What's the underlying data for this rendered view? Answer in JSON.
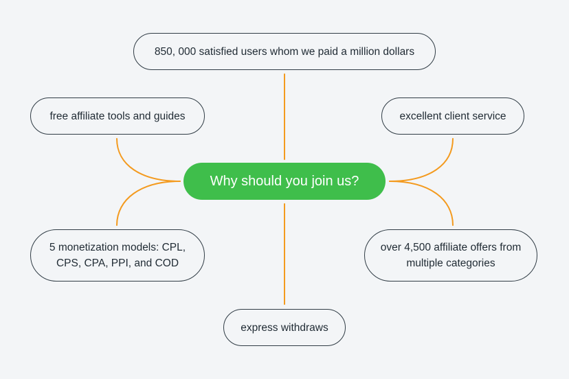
{
  "center": {
    "label": "Why should you join us?"
  },
  "nodes": {
    "top": "850, 000 satisfied users whom we paid a million dollars",
    "top_left": "free affiliate tools and guides",
    "top_right": "excellent client service",
    "bottom_left": "5 monetization models: CPL, CPS, CPA, PPI, and COD",
    "bottom_right": "over 4,500 affiliate offers from multiple categories",
    "bottom": "express withdraws"
  },
  "colors": {
    "connector": "#f39a1e",
    "center_fill": "#3fbe4b",
    "node_border": "#2f3b44",
    "background": "#f3f5f7"
  }
}
